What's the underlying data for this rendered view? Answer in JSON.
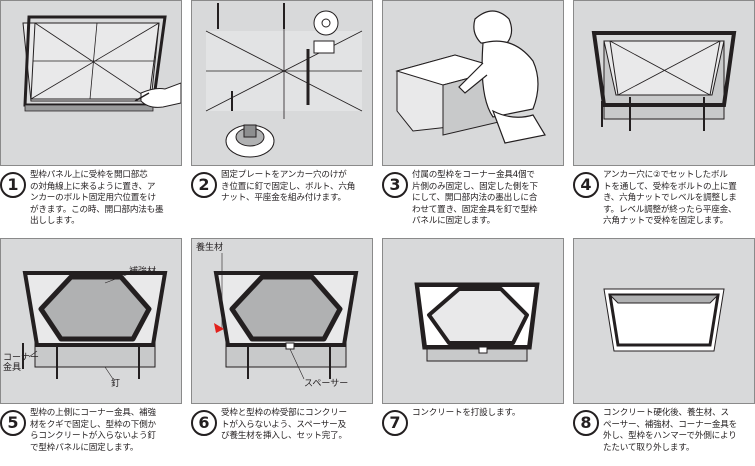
{
  "steps": [
    {
      "number": "1",
      "text": "型枠パネル上に受枠を開口部芯\nの対角線上に来るように置き、ア\nンカーのボルト固定用穴位置をけ\nがきます。この時、開口部内法も墨\n出しします。"
    },
    {
      "number": "2",
      "text": "固定プレートをアンカー穴のけが\nき位置に釘で固定し、ボルト、六角\nナット、平座金を組み付けます。"
    },
    {
      "number": "3",
      "text": "付属の型枠をコーナー金具4個で\n片側のみ固定し、固定した側を下\nにして、開口部内法の墨出しに合\nわせて置き、固定金具を釘で型枠\nパネルに固定します。"
    },
    {
      "number": "4",
      "text": "アンカー穴に②でセットしたボル\nトを通して、受枠をボルトの上に置\nき、六角ナットでレベルを調整しま\nす。レベル調整が終ったら平座金、\n六角ナットで受枠を固定します。"
    },
    {
      "number": "5",
      "text": "型枠の上側にコーナー金具、補強\n材をクギで固定し、型枠の下側か\nらコンクリートが入らないよう釘\nで型枠パネルに固定します。"
    },
    {
      "number": "6",
      "text": "受枠と型枠の枠受部にコンクリー\nトが入らないよう、スペーサー及\nび養生材を挿入し、セット完了。"
    },
    {
      "number": "7",
      "text": "コンクリートを打設します。"
    },
    {
      "number": "8",
      "text": "コンクリート硬化後、養生材、ス\nペーサー、補強材、コーナー金具を\n外し、型枠をハンマーで外側により\nたたいて取り外します。"
    }
  ],
  "callouts": {
    "reinforcement": "補強材",
    "corner_fitting": "コーナー\n金具",
    "nail": "釘",
    "curing_material": "養生材",
    "spacer": "スペーサー"
  },
  "colors": {
    "panel_bg": "#d8d9da",
    "line": "#231f20",
    "accent": "#e2211c"
  }
}
